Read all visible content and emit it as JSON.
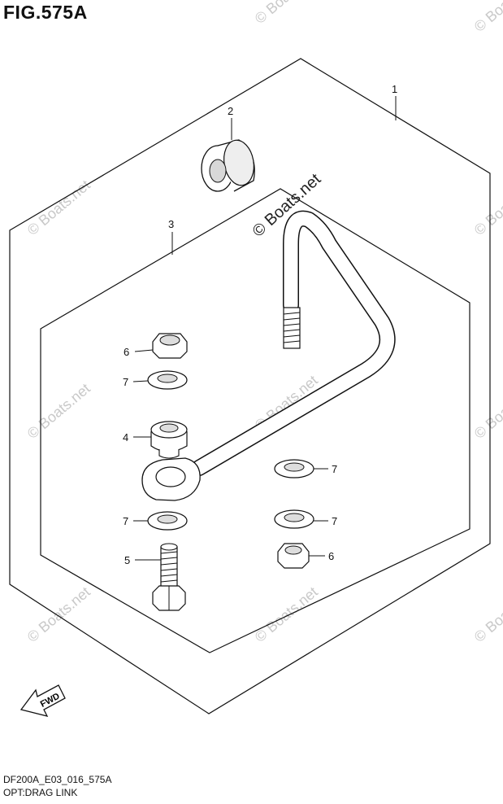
{
  "figure": {
    "title": "FIG.575A"
  },
  "footer": {
    "code": "DF200A_E03_016_575A",
    "name": "OPT:DRAG LINK"
  },
  "watermark": {
    "text": "© Boats.net"
  },
  "fwd_label": "FWD",
  "callouts": [
    {
      "id": "1",
      "label": "1"
    },
    {
      "id": "2",
      "label": "2"
    },
    {
      "id": "3",
      "label": "3"
    },
    {
      "id": "6a",
      "label": "6"
    },
    {
      "id": "7a",
      "label": "7"
    },
    {
      "id": "4",
      "label": "4"
    },
    {
      "id": "7b",
      "label": "7"
    },
    {
      "id": "7c",
      "label": "7"
    },
    {
      "id": "7d",
      "label": "7"
    },
    {
      "id": "5",
      "label": "5"
    },
    {
      "id": "6b",
      "label": "6"
    }
  ]
}
